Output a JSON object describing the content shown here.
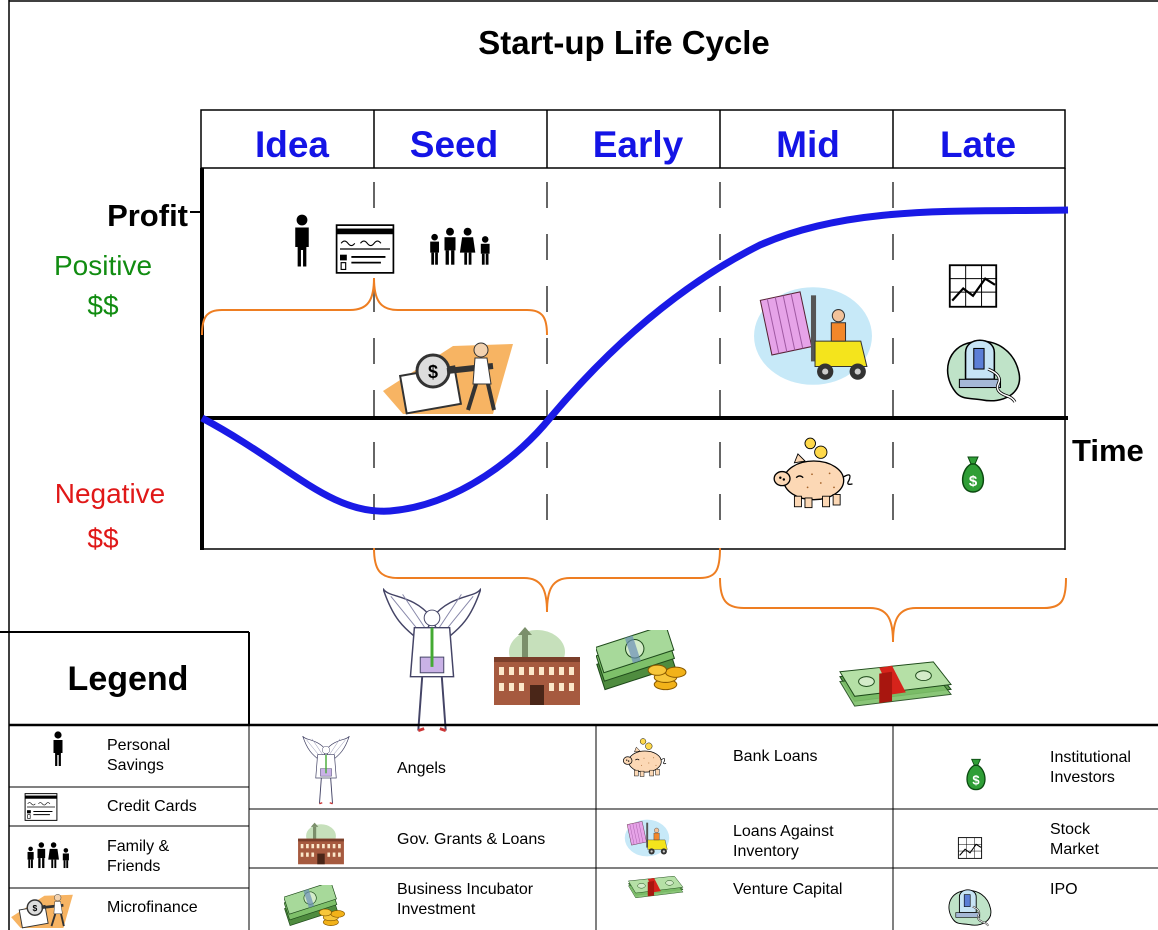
{
  "title": "Start-up Life Cycle",
  "stages": [
    "Idea",
    "Seed",
    "Early",
    "Mid",
    "Late"
  ],
  "y_axis": {
    "label": "Profit",
    "positive": [
      "Positive",
      "$$"
    ],
    "negative": [
      "Negative",
      "$$"
    ]
  },
  "x_axis": {
    "label": "Time"
  },
  "legend": {
    "title": "Legend",
    "items": [
      {
        "label": "Personal Savings",
        "icon": "person-icon"
      },
      {
        "label": "Credit Cards",
        "icon": "credit-card-icon"
      },
      {
        "label": "Family & Friends",
        "icon": "family-icon"
      },
      {
        "label": "Microfinance",
        "icon": "microfinance-icon"
      },
      {
        "label": "Angels",
        "icon": "angel-icon"
      },
      {
        "label": "Gov. Grants & Loans",
        "icon": "government-building-icon"
      },
      {
        "label": "Business Incubator Investment",
        "icon": "cash-coins-icon"
      },
      {
        "label": "Bank Loans",
        "icon": "piggy-bank-icon"
      },
      {
        "label": "Loans Against Inventory",
        "icon": "forklift-icon"
      },
      {
        "label": "Venture Capital",
        "icon": "cash-stack-icon"
      },
      {
        "label": "Institutional Investors",
        "icon": "money-bag-icon"
      },
      {
        "label": "Stock Market",
        "icon": "stock-chart-icon"
      },
      {
        "label": "IPO",
        "icon": "stock-ticker-icon"
      }
    ]
  },
  "colors": {
    "stage_label": "#1414e6",
    "curve": "#1a1ae6",
    "positive": "#118c11",
    "negative": "#e01818",
    "brace": "#ee7e22"
  }
}
